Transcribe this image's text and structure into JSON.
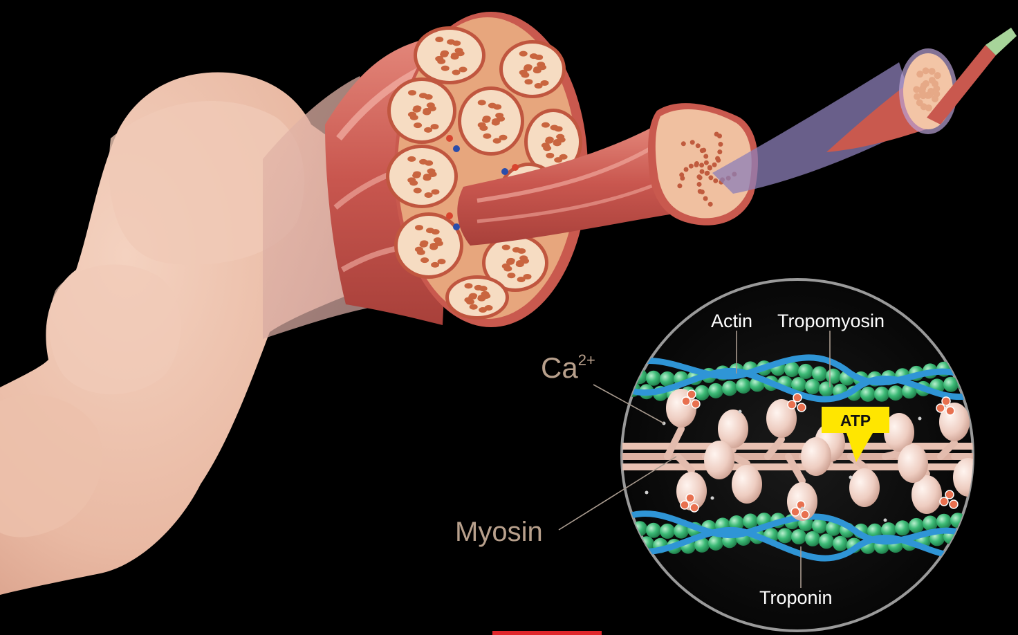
{
  "labels": {
    "ca_base": "Ca",
    "ca_sup": "2+",
    "myosin": "Myosin",
    "actin": "Actin",
    "tropomyosin": "Tropomyosin",
    "atp": "ATP",
    "troponin": "Troponin"
  },
  "colors": {
    "background": "#000000",
    "skin": "#efc3ad",
    "muscle_red": "#c8584f",
    "fascicle_fill": "#e9b08a",
    "actin_green": "#2fa866",
    "tropomyosin_blue": "#2f95d6",
    "atp_yellow": "#ffe600",
    "label_tan": "#b8a08c"
  }
}
